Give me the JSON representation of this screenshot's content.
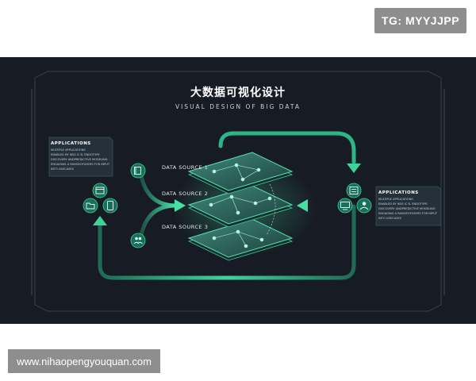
{
  "watermarks": {
    "tg": "TG: MYYJJPP",
    "url": "www.nihaopengyouquan.com"
  },
  "diagram": {
    "title": "大数据可视化设计",
    "subtitle": "VISUAL DESIGN OF BIG DATA",
    "sources": [
      "DATA SOURCE 1",
      "DATA SOURCE 2",
      "DATA SOURCE 3"
    ],
    "left_card": {
      "heading": "APPLICATIONS",
      "lines": [
        "MULTIPLE APPLICATIONS",
        "ENABLED BY IKSS IC B. ENDOTYPE",
        "DISCOVERY ANDPREDICTIVE MODELING",
        "ENGAGING A RANGEOFUSERS FOR INPUT",
        "INTO USECASES"
      ]
    },
    "right_card": {
      "heading": "APPLICATIONS",
      "lines": [
        "MULTIPLE APPLICATIONS",
        "ENABLED BY IKSS IC B. ENDOTYPE",
        "DISCOVERY ANDPREDICTIVE MODELING",
        "ENGAGING A RANGEOFUSERS FOR INPUT",
        "INTO USECASES"
      ]
    },
    "icons": {
      "left": [
        "calendar-icon",
        "folder-icon",
        "tablet-icon",
        "book-icon",
        "users-icon"
      ],
      "right": [
        "list-icon",
        "monitor-icon",
        "user-icon"
      ]
    },
    "colors": {
      "background": "#171c24",
      "accent": "#3fd39a",
      "accent_dark": "#1f6b56",
      "layer": "#2b5d57"
    }
  }
}
